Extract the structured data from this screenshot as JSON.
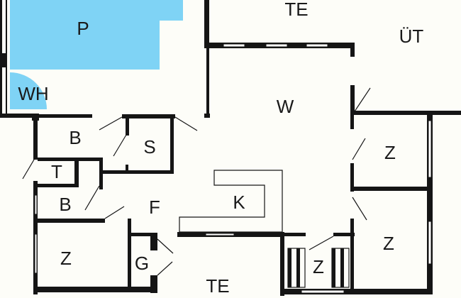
{
  "title": "Floor plan",
  "colors": {
    "pool": "#7fd3f5",
    "wall": "#151515",
    "background": "#fdfdf8"
  },
  "rooms": {
    "pool": "P",
    "whirlpool": "WH",
    "terrace_top": "TE",
    "covered_terrace": "ÜT",
    "living": "W",
    "bath_1": "B",
    "sauna": "S",
    "toilet": "T",
    "bath_2": "B",
    "hall": "F",
    "kitchen": "K",
    "room_right_1": "Z",
    "room_left": "Z",
    "garage": "G",
    "room_bunk": "Z",
    "room_right_2": "Z",
    "terrace_bottom": "TE"
  }
}
